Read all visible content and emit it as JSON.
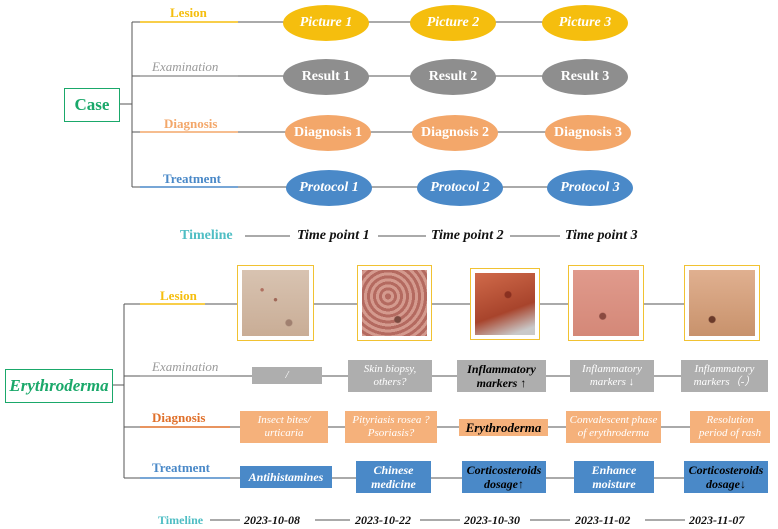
{
  "top": {
    "root": "Case",
    "branches": [
      {
        "label": "Lesion",
        "color": "#f5be0e",
        "nodes": [
          "Picture 1",
          "Picture 2",
          "Picture 3"
        ]
      },
      {
        "label": "Examination",
        "color": "#9a9a9a",
        "nodes": [
          "Result 1",
          "Result 2",
          "Result 3"
        ]
      },
      {
        "label": "Diagnosis",
        "color": "#f3a76a",
        "nodes": [
          "Diagnosis 1",
          "Diagnosis 2",
          "Diagnosis 3"
        ]
      },
      {
        "label": "Treatment",
        "color": "#4a89c8",
        "nodes": [
          "Protocol 1",
          "Protocol 2",
          "Protocol 3"
        ]
      }
    ],
    "timeline": {
      "label": "Timeline",
      "points": [
        "Time point 1",
        "Time point 2",
        "Time point 3"
      ]
    }
  },
  "bottom": {
    "root": "Erythroderma",
    "branches": {
      "lesion": {
        "label": "Lesion",
        "color": "#f5be0e"
      },
      "examination": {
        "label": "Examination",
        "color": "#9a9a9a",
        "boxes": [
          "/",
          "Skin biopsy, others?",
          "Inflammatory markers ↑",
          "Inflammatory markers ↓",
          "Inflammatory markers（-）"
        ]
      },
      "diagnosis": {
        "label": "Diagnosis",
        "color": "#e0702a",
        "boxes": [
          "Insect bites/ urticaria",
          "Pityriasis rosea ? Psoriasis?",
          "Erythroderma",
          "Convalescent phase of erythroderma",
          "Resolution period of rash"
        ]
      },
      "treatment": {
        "label": "Treatment",
        "color": "#4a89c8",
        "boxes": [
          "Antihistamines",
          "Chinese medicine",
          "Corticosteroids dosage↑",
          "Enhance moisture",
          "Corticosteroids dosage↓"
        ]
      }
    },
    "timeline": {
      "label": "Timeline",
      "dates": [
        "2023-10-08",
        "2023-10-22",
        "2023-10-30",
        "2023-11-02",
        "2023-11-07"
      ]
    }
  },
  "colors": {
    "root": "#1aa86a",
    "timeline": "#4fbec4",
    "line": "#555555"
  }
}
